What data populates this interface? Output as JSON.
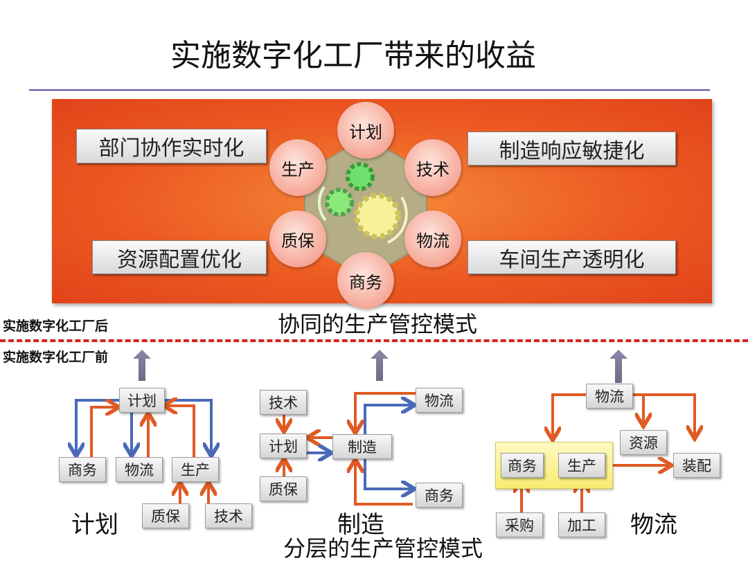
{
  "title": "实施数字化工厂带来的收益",
  "top_panel": {
    "benefits": [
      "部门协作实时化",
      "制造响应敏捷化",
      "资源配置优化",
      "车间生产透明化"
    ],
    "hub_nodes": [
      "计划",
      "技术",
      "物流",
      "商务",
      "质保",
      "生产"
    ],
    "caption": "协同的生产管控模式"
  },
  "after_label": "实施数字化工厂后",
  "before_label": "实施数字化工厂前",
  "bottom": {
    "plan": {
      "label": "计划",
      "nodes": [
        "计划",
        "商务",
        "物流",
        "生产",
        "质保",
        "技术"
      ]
    },
    "manufacture": {
      "label": "制造",
      "nodes": [
        "技术",
        "计划",
        "质保",
        "制造",
        "物流",
        "商务"
      ]
    },
    "logistics": {
      "label": "物流",
      "nodes": [
        "物流",
        "资源",
        "装配",
        "商务",
        "生产",
        "采购",
        "加工"
      ]
    },
    "caption": "分层的生产管控模式"
  },
  "colors": {
    "orange_arrow": "#e05a24",
    "blue_arrow": "#4a6ab8",
    "panel": "#ec5a22",
    "dash": "#d32020"
  }
}
